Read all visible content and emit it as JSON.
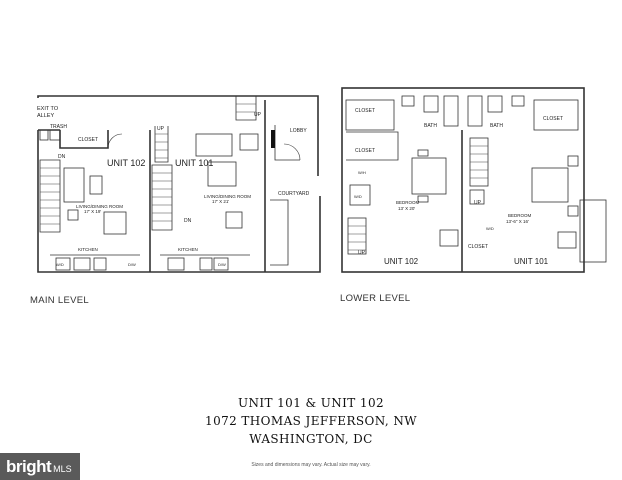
{
  "main_level": {
    "title": "MAIN LEVEL",
    "exit_label_1": "EXIT TO",
    "exit_label_2": "ALLEY",
    "trash": "TRASH",
    "closet": "CLOSET",
    "dn_left": "DN",
    "unit_102": "UNIT 102",
    "unit_101": "UNIT 101",
    "up": "UP",
    "lobby": "LOBBY",
    "courtyard": "COURTYARD",
    "dn_right": "DN",
    "living_left": "LIVING/DINING ROOM",
    "living_left_dim": "17' X 19'",
    "living_right": "LIVING/DINING ROOM",
    "living_right_dim": "17' X 21'",
    "kitchen_left": "KITCHEN",
    "kitchen_right": "KITCHEN",
    "wd": "W/D",
    "dw_left": "D/W",
    "dw_right": "D/W",
    "up_bottom": "UP"
  },
  "lower_level": {
    "title": "LOWER LEVEL",
    "closet_tl": "CLOSET",
    "bath_left": "BATH",
    "bath_right": "BATH",
    "closet_tr": "CLOSET",
    "closet_left": "CLOSET",
    "wh": "W/H",
    "wd_left": "W/D",
    "bedroom_left": "BEDROOM",
    "bedroom_left_dim": "13' X 20'",
    "bedroom_right": "BEDROOM",
    "bedroom_right_dim": "13'-6\" X 16'",
    "up_left": "UP",
    "up_right": "UP",
    "wd_right": "W/D",
    "closet_bottom": "CLOSET",
    "unit_102": "UNIT 102",
    "unit_101": "UNIT 101"
  },
  "address": {
    "line1": "UNIT 101 & UNIT 102",
    "line2": "1072 THOMAS JEFFERSON, NW",
    "line3": "WASHINGTON, DC"
  },
  "disclaimer": "Sizes and dimensions may vary. Actual size may vary.",
  "brand": {
    "name": "bright",
    "suffix": "MLS"
  }
}
